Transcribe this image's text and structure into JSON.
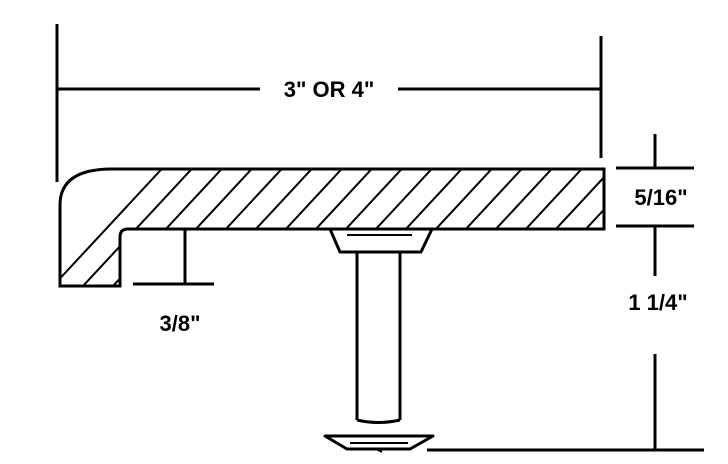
{
  "dimensions": {
    "overall_width": "3\" OR 4\"",
    "nosing_drop": "3/8\"",
    "thickness": "5/16\"",
    "spline_depth": "1 1/4\""
  },
  "colors": {
    "ink": "#000000",
    "background": "#ffffff"
  }
}
